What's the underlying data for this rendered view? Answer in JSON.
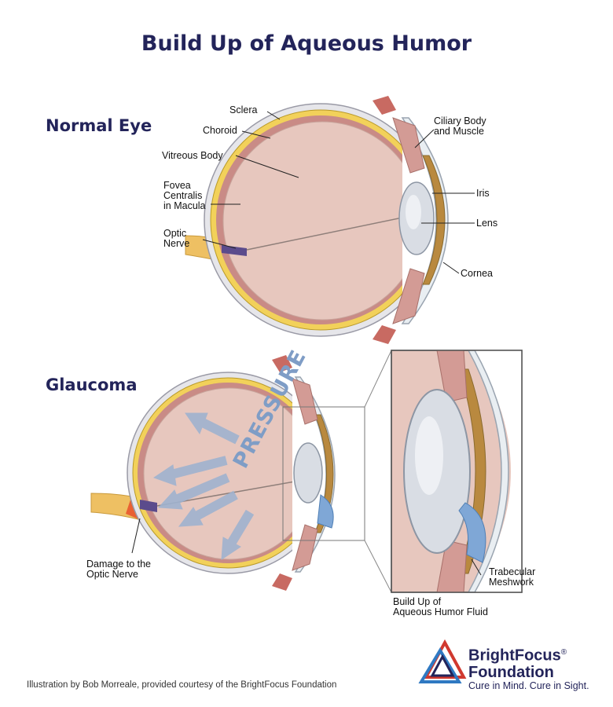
{
  "title": "Build Up of Aqueous Humor",
  "colors": {
    "title": "#23245a",
    "sclera": "#e6e6ea",
    "choroid": "#f2d15a",
    "retina": "#c98b86",
    "vitreous": "#e7c7be",
    "optic_nerve": "#eec063",
    "damage": "#e8562e",
    "iris": "#b9893f",
    "lens": "#d9dde4",
    "fluid": "#7fa7d6",
    "arrow": "#9fb3cf",
    "logo_red": "#d0392f",
    "logo_blue": "#2f79c2",
    "logo_navy": "#23245a"
  },
  "normal_eye": {
    "heading": "Normal Eye",
    "labels": {
      "sclera": "Sclera",
      "choroid": "Choroid",
      "vitreous": "Vitreous Body",
      "fovea": [
        "Fovea",
        "Centralis",
        "in Macula"
      ],
      "optic": [
        "Optic",
        "Nerve"
      ],
      "ciliary": [
        "Ciliary Body",
        "and Muscle"
      ],
      "iris": "Iris",
      "lens": "Lens",
      "cornea": "Cornea"
    }
  },
  "glaucoma": {
    "heading": "Glaucoma",
    "pressure": "PRESSURE",
    "labels": {
      "damage": [
        "Damage to the",
        "Optic Nerve"
      ],
      "trabecular": [
        "Trabecular",
        "Meshwork"
      ],
      "buildup": [
        "Build Up of",
        "Aqueous Humor Fluid"
      ]
    }
  },
  "credit": "Illustration by Bob Morreale, provided courtesy of the BrightFocus Foundation",
  "logo": {
    "name_line1": "BrightFocus",
    "reg": "®",
    "name_line2": "Foundation",
    "tagline": "Cure in Mind. Cure in Sight."
  }
}
